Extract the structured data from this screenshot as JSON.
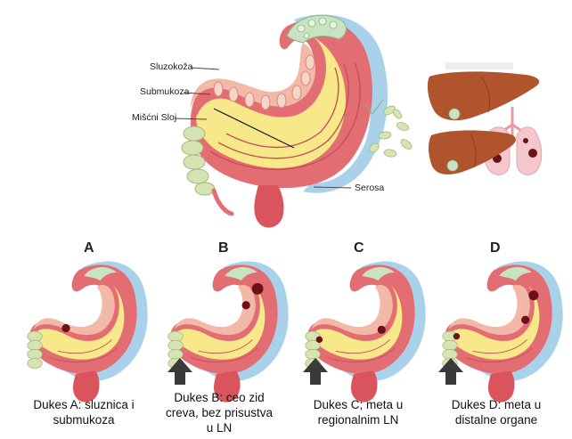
{
  "main_labels": {
    "mucosa": "Sluzokoža",
    "submucosa": "Submukoza",
    "muscle": "Mišćni Sloj",
    "serosa": "Serosa"
  },
  "stages": [
    {
      "letter": "A",
      "caption": [
        "Dukes A: sluznica i",
        "submukoza"
      ],
      "arrow": false
    },
    {
      "letter": "B",
      "caption": [
        "Dukes B: ceo zid",
        "creva, bez prisustva",
        "u LN"
      ],
      "arrow": true
    },
    {
      "letter": "C",
      "caption": [
        "Dukes C; meta u",
        "regionalnim LN"
      ],
      "arrow": true
    },
    {
      "letter": "D",
      "caption": [
        "Dukes D: meta u",
        "distalne organe"
      ],
      "arrow": true
    }
  ],
  "colors": {
    "serosa": "#a9d2ea",
    "muscle": "#e26d73",
    "muscle_dark": "#c84f57",
    "submucosa": "#f7e98a",
    "mucosa": "#f2b8a8",
    "polyp": "#c9e3c2",
    "tumor": "#6d1018",
    "node": "#d6e4b3",
    "liver": "#b0542d",
    "lung": "#f4c7cc",
    "arrow": "#3a3a3a"
  }
}
